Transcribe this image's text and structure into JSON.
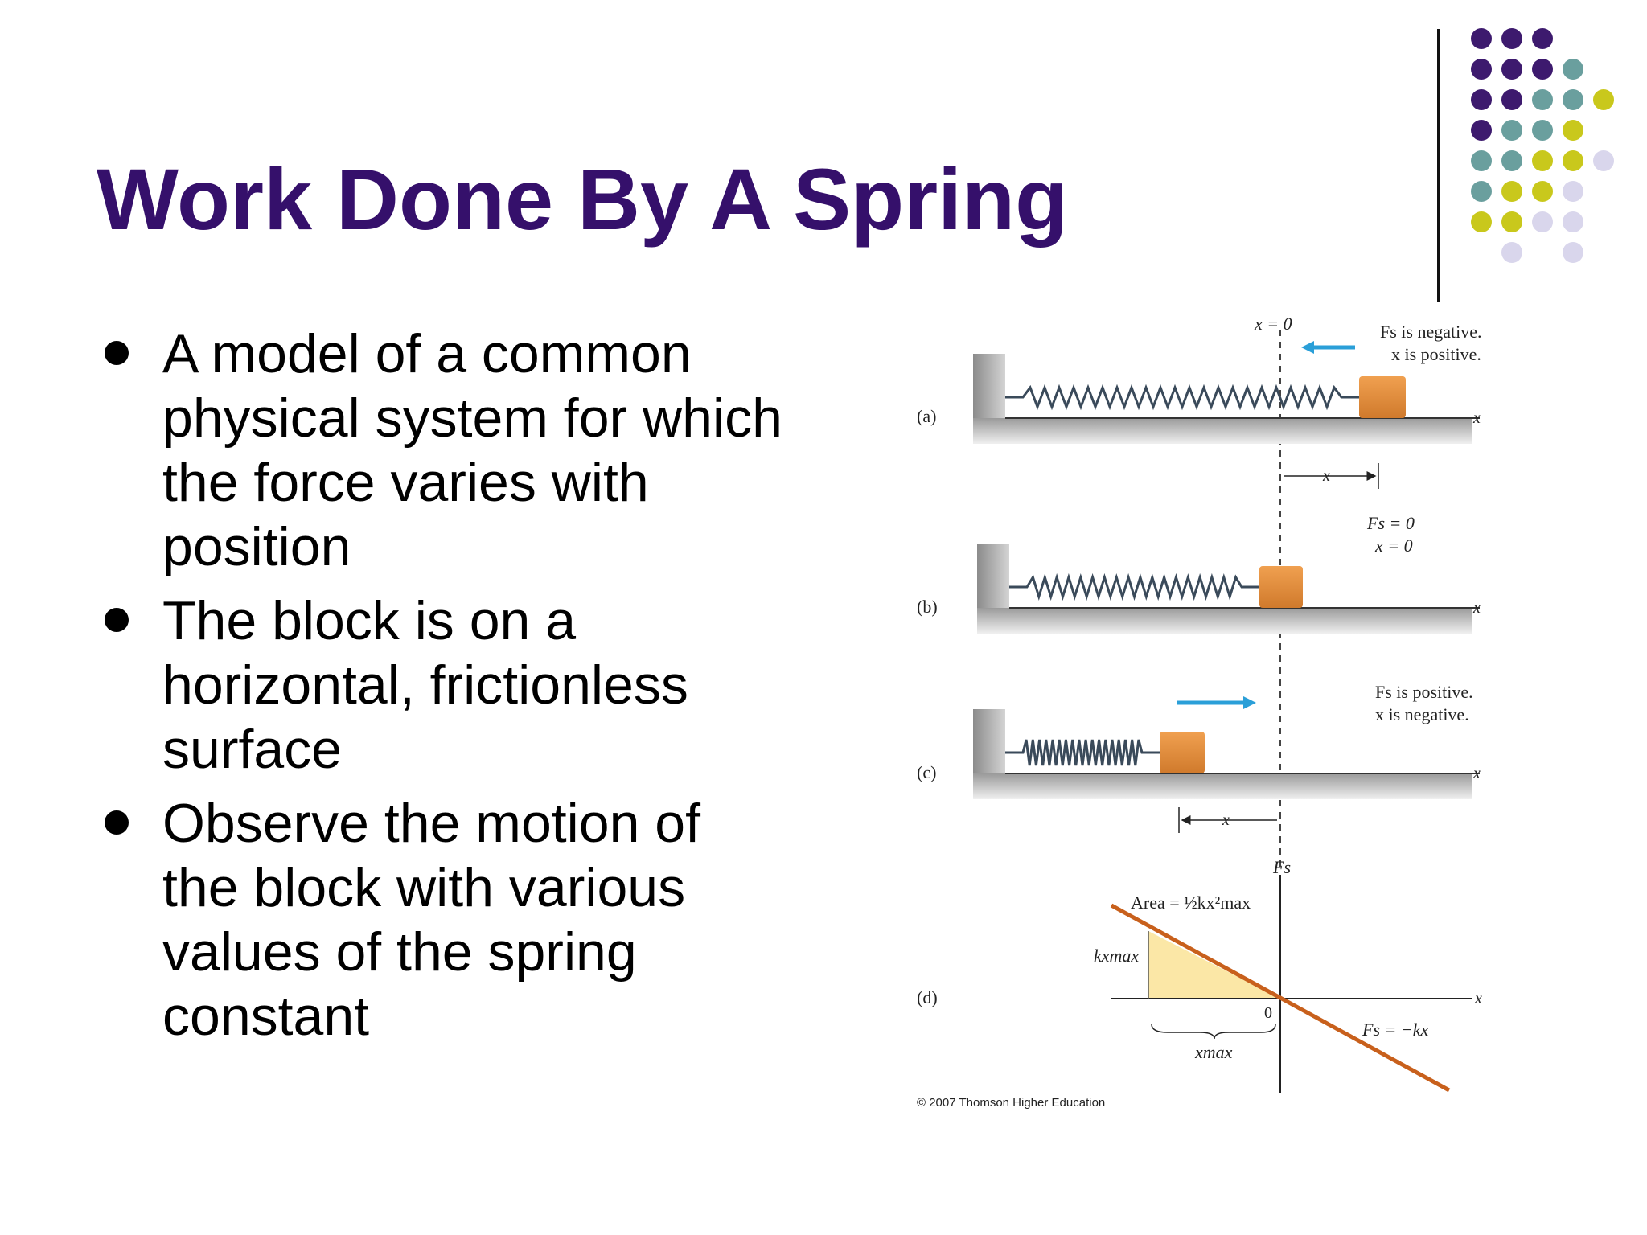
{
  "slide": {
    "title": "Work Done By A Spring",
    "bullets": [
      "A model of a common physical system for which the force varies with position",
      "The block is on a horizontal, frictionless surface",
      "Observe the motion of the block with various values of the spring constant"
    ]
  },
  "figure": {
    "panel_a": {
      "label": "(a)",
      "x_zero": "x = 0",
      "note_line1": "Fs is negative.",
      "note_line2": "x is positive.",
      "axis": "x",
      "disp": "x"
    },
    "panel_b": {
      "label": "(b)",
      "note_line1": "Fs = 0",
      "note_line2": "x = 0",
      "axis": "x"
    },
    "panel_c": {
      "label": "(c)",
      "note_line1": "Fs is positive.",
      "note_line2": "x is negative.",
      "axis": "x",
      "disp": "x"
    },
    "panel_d": {
      "label": "(d)",
      "area_label": "Area = ½kx²max",
      "kxmax": "kxmax",
      "xmax": "xmax",
      "origin": "0",
      "fs_axis": "Fs",
      "x_axis": "x",
      "line_label": "Fs = −kx"
    },
    "credit": "© 2007 Thomson Higher Education"
  },
  "colors": {
    "title": "#35106b",
    "dot_purple": "#3d1a6e",
    "dot_teal": "#6a9f9e",
    "dot_yellow": "#c9c81c",
    "dot_lavender": "#d9d6ec",
    "block": "#e08a3c",
    "arrow": "#2a9fd8",
    "force_line": "#c8601c",
    "area_fill": "#fbe7a6"
  }
}
